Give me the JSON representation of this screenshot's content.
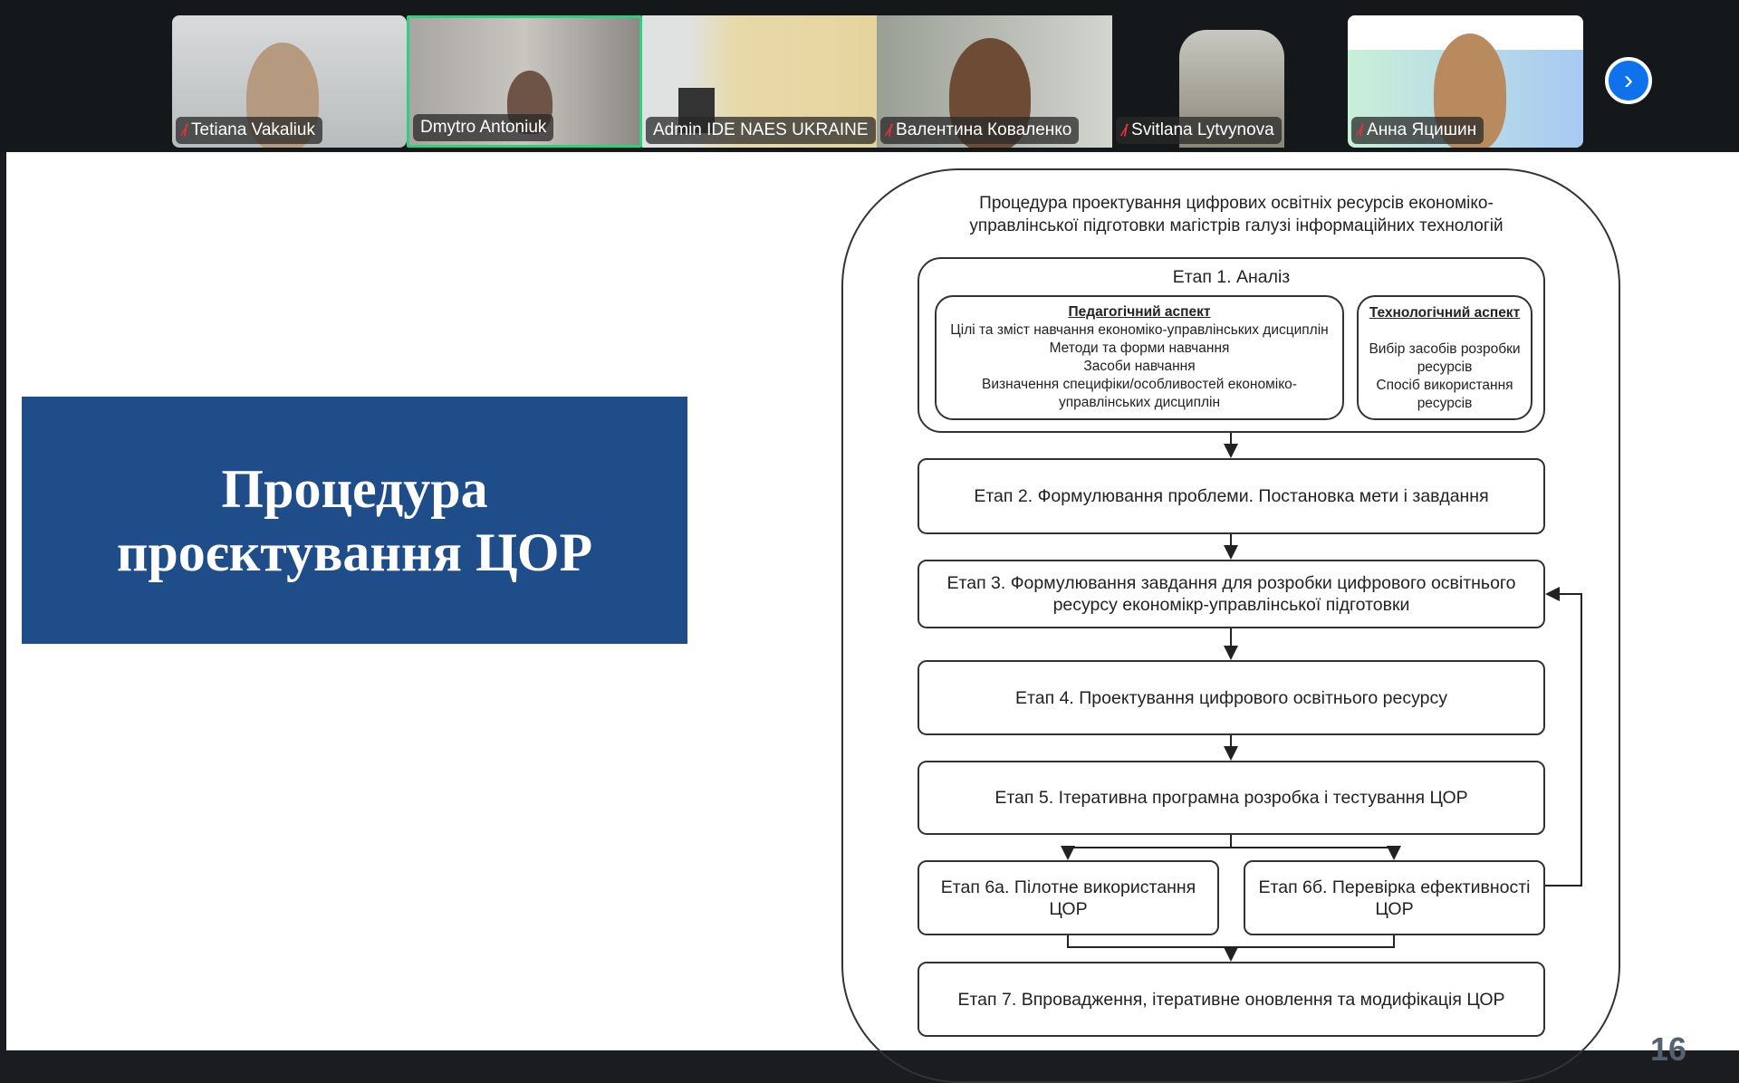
{
  "participants": [
    {
      "name": "Tetiana Vakaliuk",
      "muted": true
    },
    {
      "name": "Dmytro Antoniuk",
      "muted": false,
      "active_speaker": true
    },
    {
      "name": "Admin IDE NAES UKRAINE",
      "muted": false
    },
    {
      "name": "Валентина Коваленко",
      "muted": true
    },
    {
      "name": "Svitlana Lytvynova",
      "muted": true
    },
    {
      "name": "Анна Яцишин",
      "muted": true
    }
  ],
  "next_icon": "chevron-right-icon",
  "slide": {
    "title_lines": [
      "Процедура",
      "проєктування ЦОР"
    ],
    "diagram_title": [
      "Процедура проектування  цифрових освітніх ресурсів економіко-",
      "управлінської підготовки магістрів галузі інформаційних технологій"
    ],
    "stage1": {
      "title": "Етап 1. Аналіз",
      "pedagogical": {
        "heading": "Педагогічний аспект",
        "lines": [
          "Цілі та зміст навчання економіко-управлінських дисциплін",
          "Методи та форми навчання",
          "Засоби навчання",
          "Визначення специфіки/особливостей економіко-",
          "управлінських дисциплін"
        ]
      },
      "technological": {
        "heading": "Технологічний аспект",
        "lines": [
          "Вибір засобів розробки",
          "ресурсів",
          "Спосіб використання",
          "ресурсів"
        ]
      }
    },
    "stage2": "Етап 2. Формулювання проблеми. Постановка мети і завдання",
    "stage3": [
      "Етап 3. Формулювання завдання для розробки цифрового освітнього",
      "ресурсу економікр-управлінської підготовки"
    ],
    "stage4": "Етап 4. Проектування цифрового освітнього ресурсу",
    "stage5": "Етап 5. Ітеративна програмна розробка і тестування ЦОР",
    "stage6a": [
      "Етап 6а. Пілотне використання",
      "ЦОР"
    ],
    "stage6b": [
      "Етап 6б. Перевірка ефективності",
      "ЦОР"
    ],
    "stage7": "Етап 7. Впровадження, ітеративне оновлення та модифікація ЦОР",
    "page_number": "16"
  },
  "colors": {
    "title_box": "#1f4d8a",
    "active_border": "#2ed17b",
    "next_button": "#0e72ed"
  }
}
